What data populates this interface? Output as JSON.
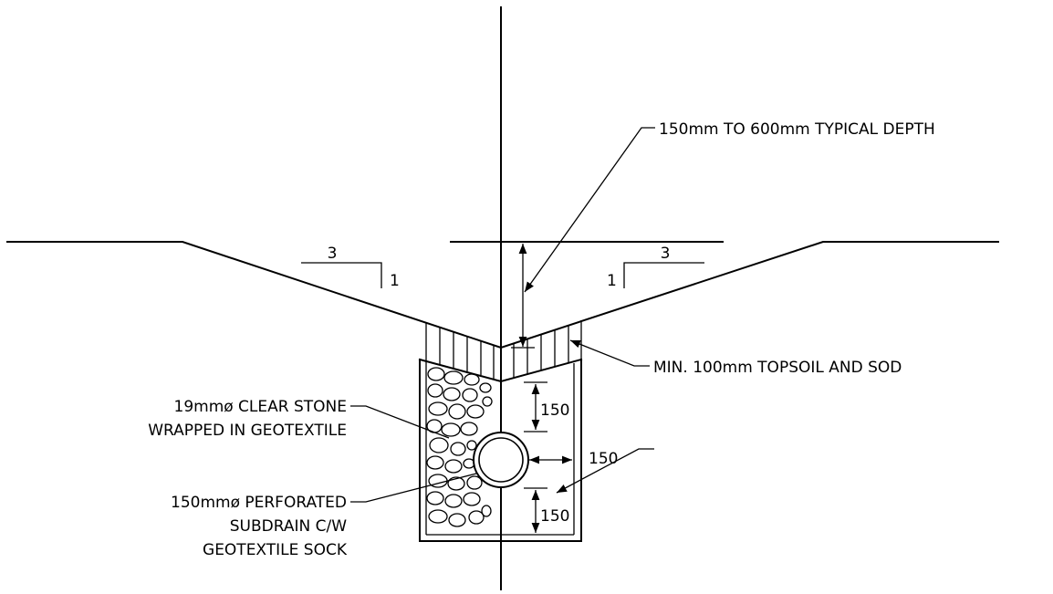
{
  "labels": {
    "depth": "150mm TO 600mm TYPICAL DEPTH",
    "topsoil": "MIN. 100mm TOPSOIL AND SOD",
    "stone_line1": "19mmø CLEAR STONE",
    "stone_line2": "WRAPPED IN GEOTEXTILE",
    "pipe_line1": "150mmø PERFORATED",
    "pipe_line2": "SUBDRAIN C/W",
    "pipe_line3": "GEOTEXTILE SOCK"
  },
  "slopes": {
    "left_run": "3",
    "left_rise": "1",
    "right_run": "3",
    "right_rise": "1"
  },
  "dimensions": {
    "above_pipe": "150",
    "beside_pipe": "150",
    "below_pipe": "150"
  }
}
